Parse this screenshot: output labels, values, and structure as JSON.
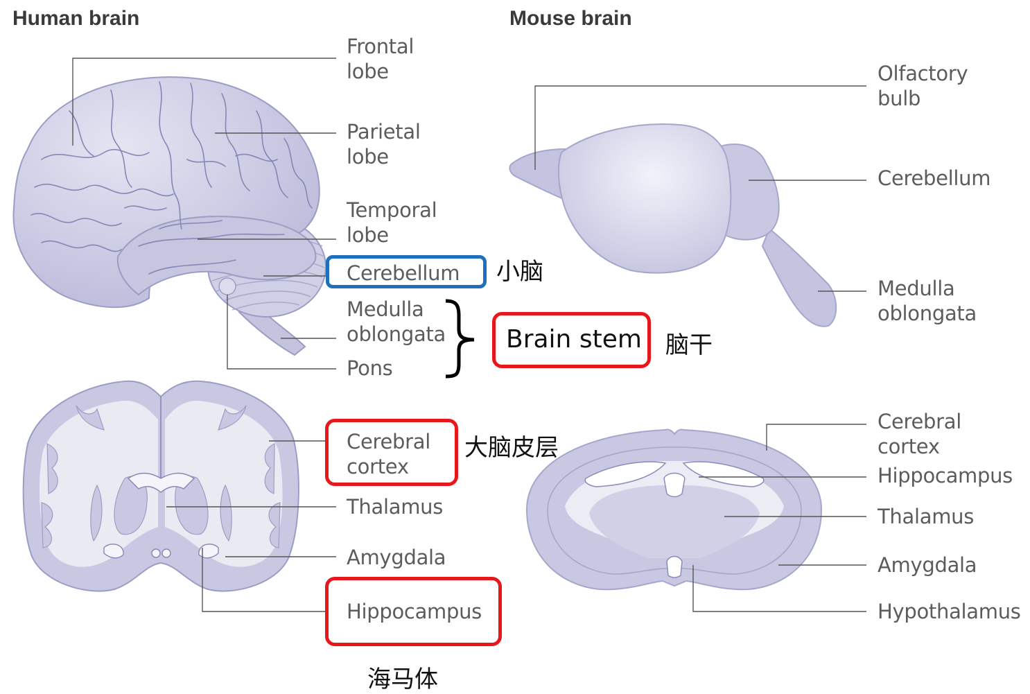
{
  "titles": {
    "human": "Human brain",
    "mouse": "Mouse brain"
  },
  "human_labels": {
    "frontal": "Frontal\nlobe",
    "parietal": "Parietal\nlobe",
    "temporal": "Temporal\nlobe",
    "cerebellum": "Cerebellum",
    "medulla": "Medulla\noblongata",
    "pons": "Pons",
    "cortex": "Cerebral\ncortex",
    "thalamus": "Thalamus",
    "amygdala": "Amygdala",
    "hippocampus": "Hippocampus"
  },
  "mouse_labels": {
    "olfactory": "Olfactory\nbulb",
    "cerebellum": "Cerebellum",
    "medulla": "Medulla\noblongata",
    "cortex": "Cerebral\ncortex",
    "hippocampus": "Hippocampus",
    "thalamus": "Thalamus",
    "amygdala": "Amygdala",
    "hypothalamus": "Hypothalamus"
  },
  "annotations": {
    "cerebellum_cn": "小脑",
    "brainstem": "Brain stem",
    "brainstem_cn": "脑干",
    "cortex_cn": "大脑皮层",
    "hippocampus_cn": "海马体"
  },
  "colors": {
    "tissue": "#c8c8e2",
    "tissue_edge": "#9c9cc4",
    "white_matter": "#e8e8f1",
    "highlight_blue": "#1f6fbf",
    "highlight_red": "#e8171c"
  }
}
